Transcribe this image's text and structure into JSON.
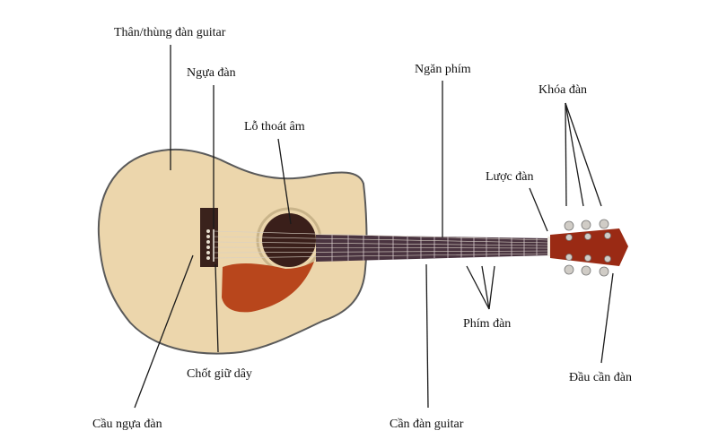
{
  "diagram": {
    "subject": "Acoustic guitar anatomy",
    "colors": {
      "background": "#ffffff",
      "body_wood": "#ecd6ac",
      "body_outline": "#5a5a5a",
      "soundhole": "#3a1f1a",
      "pickguard": "#b8461c",
      "fretboard": "#4a3440",
      "headstock": "#9a2a14",
      "bridge": "#3a221c",
      "leader_line": "#1a1a1a"
    },
    "labels": [
      {
        "id": "body",
        "text": "Thân/thùng đàn guitar"
      },
      {
        "id": "saddle",
        "text": "Ngựa đàn"
      },
      {
        "id": "soundhole",
        "text": "Lỗ thoát âm"
      },
      {
        "id": "fret",
        "text": "Ngăn phím"
      },
      {
        "id": "tuners",
        "text": "Khóa đàn"
      },
      {
        "id": "nut",
        "text": "Lược đàn"
      },
      {
        "id": "frets",
        "text": "Phím đàn"
      },
      {
        "id": "headstock",
        "text": "Đầu cần đàn"
      },
      {
        "id": "bridge_pins",
        "text": "Chốt giữ dây"
      },
      {
        "id": "bridge",
        "text": "Cầu ngựa đàn"
      },
      {
        "id": "neck",
        "text": "Cần đàn guitar"
      }
    ]
  }
}
